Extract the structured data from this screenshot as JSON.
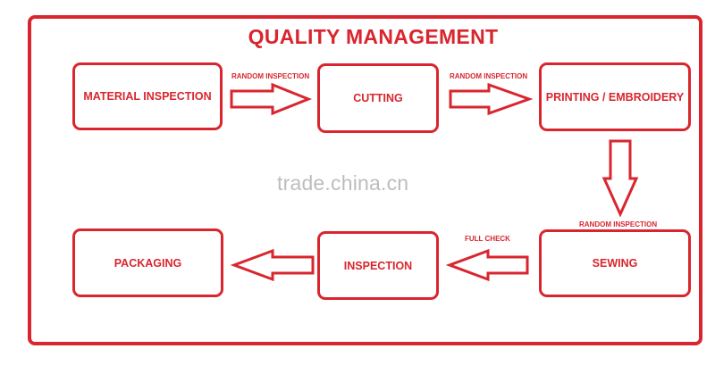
{
  "title": "QUALITY MANAGEMENT",
  "steps": {
    "material_inspection": "MATERIAL INSPECTION",
    "cutting": "CUTTING",
    "printing": "PRINTING / EMBROIDERY",
    "sewing": "SEWING",
    "inspection": "INSPECTION",
    "packaging": "PACKAGING"
  },
  "labels": {
    "random_1": "RANDOM INSPECTION",
    "random_2": "RANDOM INSPECTION",
    "random_3": "RANDOM INSPECTION",
    "full_check": "FULL CHECK"
  },
  "watermark": "trade.china.cn",
  "colors": {
    "accent": "#d9262e",
    "watermark": "#bdbdbd"
  }
}
